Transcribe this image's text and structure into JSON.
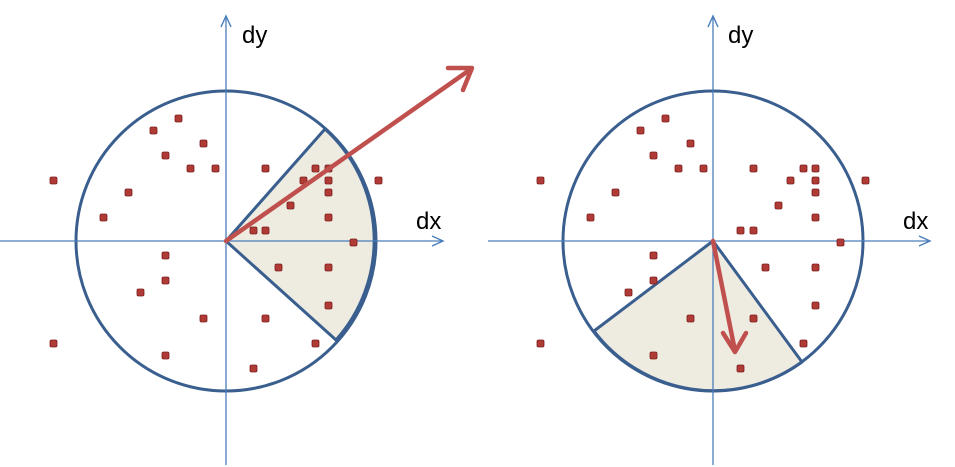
{
  "panels": [
    {
      "x_label": "dx",
      "y_label": "dy",
      "colors": {
        "axis": "#4a7ebb",
        "circle": "#3a5f8f",
        "sector_fill": "#eeebe1",
        "vector": "#c0504d",
        "points": "#b03a35"
      }
    },
    {
      "x_label": "dx",
      "y_label": "dy",
      "colors": {
        "axis": "#4a7ebb",
        "circle": "#3a5f8f",
        "sector_fill": "#eeebe1",
        "vector": "#c0504d",
        "points": "#b03a35"
      }
    }
  ]
}
